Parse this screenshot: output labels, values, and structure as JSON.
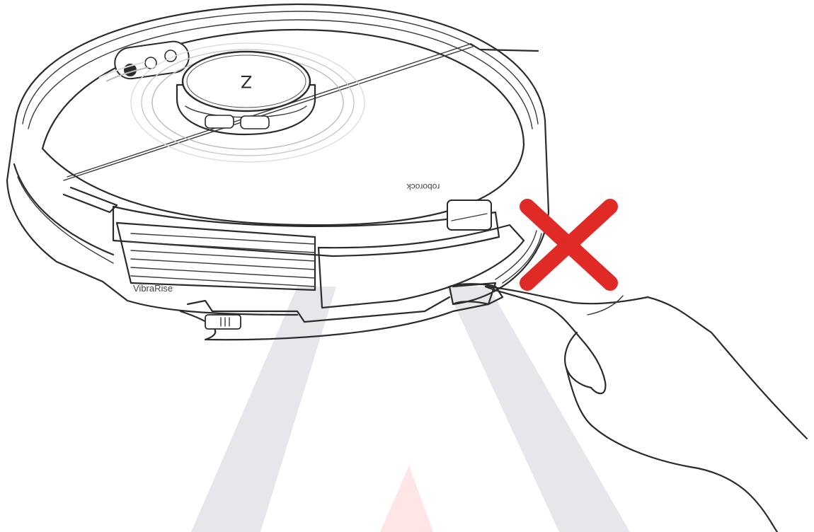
{
  "illustration": {
    "brand_text": "roborock",
    "feature_text": "VibraRise",
    "top_cover_glyph": "Z",
    "dock_label": "",
    "icons": {
      "warning": "cross-mark-icon",
      "hand": "hand-icon",
      "watermark": "brand-watermark-icon"
    },
    "colors": {
      "cross": "#e02a26",
      "watermark_gray": "#e6e7ea",
      "watermark_red": "#ffe6e6",
      "ink": "#2b2b2b",
      "background": "#ffffff"
    }
  }
}
